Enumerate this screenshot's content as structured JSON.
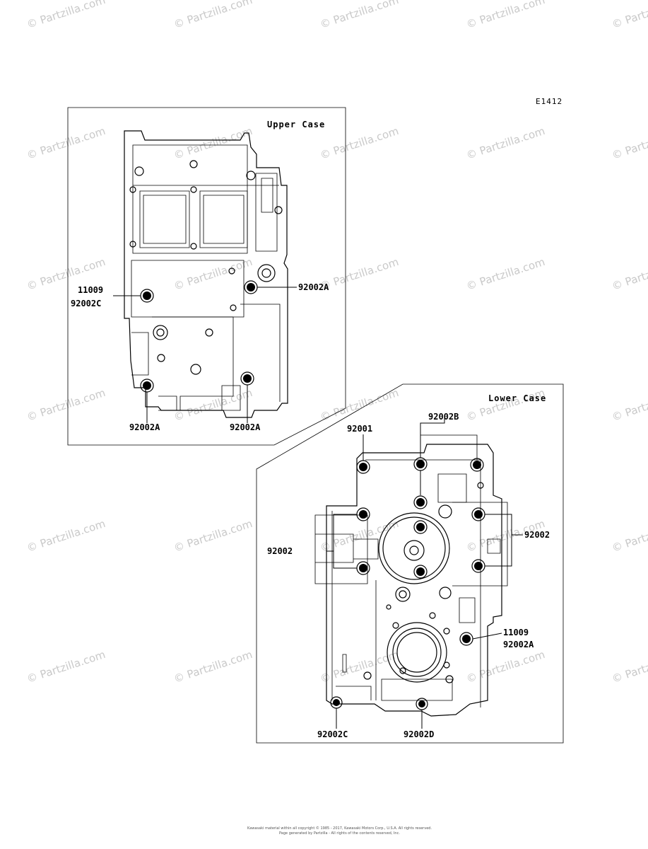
{
  "diagram_code": "E1412",
  "watermark": "© Partzilla.com",
  "footer_lines": [
    "Kawasaki material within all copyright © 1985 - 2017, Kawasaki Motors Corp., U.S.A.  All rights reserved.",
    "Page generated by Partzilla - All rights of the contents reserved, Inc."
  ],
  "upper_case": {
    "title": "Upper Case",
    "labels": [
      "11009",
      "92002C",
      "92002A",
      "92002A",
      "92002A"
    ]
  },
  "lower_case": {
    "title": "Lower Case",
    "labels": [
      "92001",
      "92002B",
      "92002",
      "92002",
      "11009",
      "92002A",
      "92002C",
      "92002D"
    ]
  }
}
